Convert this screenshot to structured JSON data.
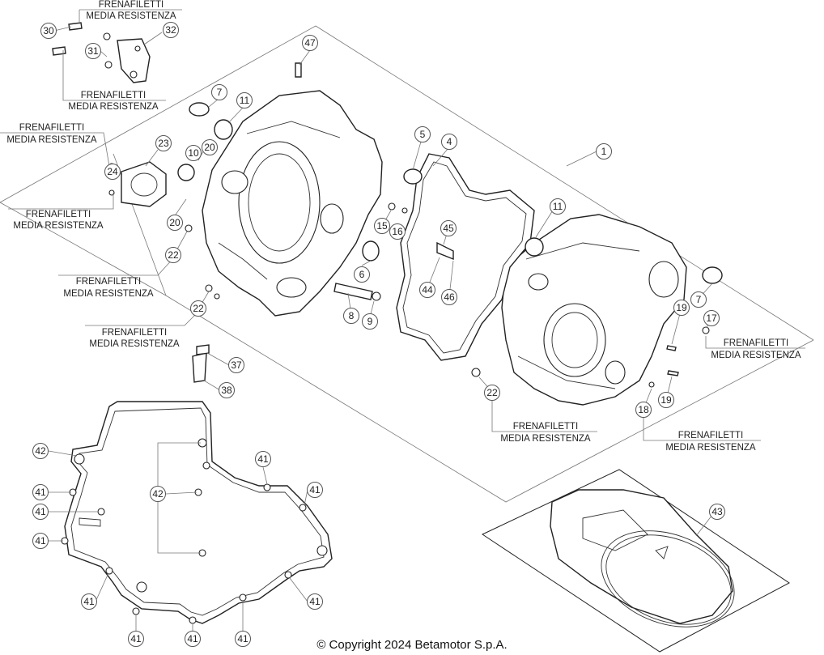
{
  "diagram": {
    "callouts": [
      "1",
      "4",
      "5",
      "6",
      "7",
      "8",
      "9",
      "10",
      "11",
      "15",
      "16",
      "17",
      "18",
      "19",
      "20",
      "22",
      "23",
      "24",
      "30",
      "31",
      "32",
      "37",
      "38",
      "41",
      "42",
      "43",
      "44",
      "45",
      "46",
      "47"
    ],
    "note_line1": "FRENAFILETTI",
    "note_line2": "MEDIA RESISTENZA"
  },
  "footer": {
    "copyright": "© Copyright 2024 Betamotor S.p.A."
  }
}
